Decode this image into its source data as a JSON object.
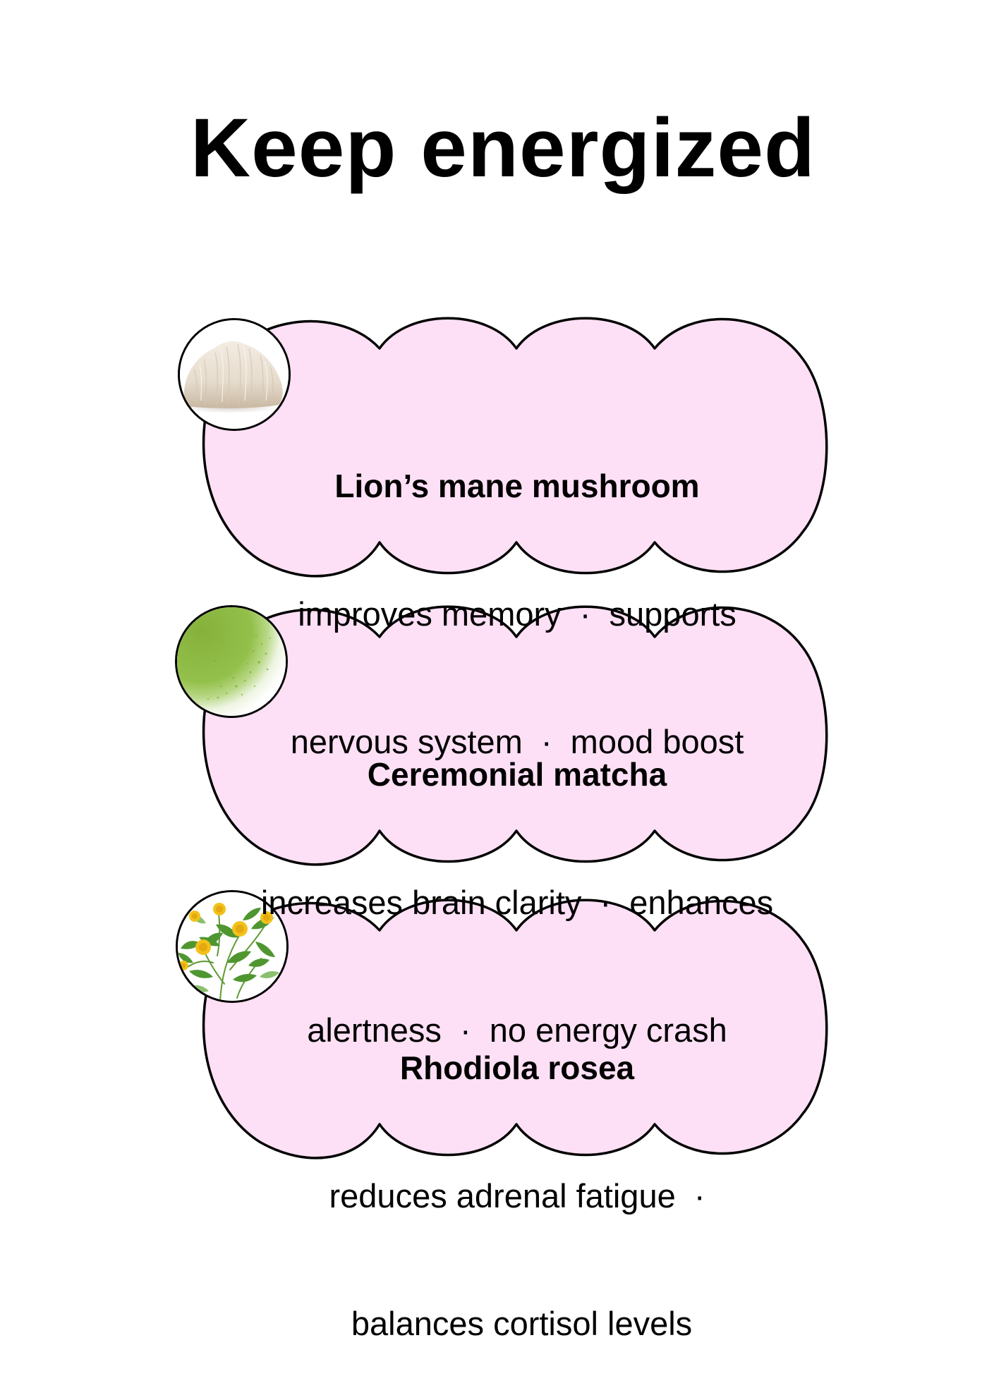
{
  "page": {
    "title": "Keep energized",
    "colors": {
      "background": "#ffffff",
      "card_fill": "#fde0f5",
      "card_outline": "#000000",
      "text": "#000000"
    }
  },
  "cards": [
    {
      "title": "Lion’s mane mushroom",
      "lines": [
        "improves memory  ·  supports",
        "nervous system  ·  mood boost"
      ],
      "image_icon": "lions-mane-mushroom-image"
    },
    {
      "title": "Ceremonial matcha",
      "lines": [
        "increases brain clarity  ·  enhances",
        "alertness  ·  no energy crash"
      ],
      "image_icon": "matcha-powder-image"
    },
    {
      "title": "Rhodiola rosea",
      "lines": [
        "reduces adrenal fatigue  ·",
        " balances cortisol levels"
      ],
      "image_icon": "rhodiola-plant-image"
    }
  ]
}
